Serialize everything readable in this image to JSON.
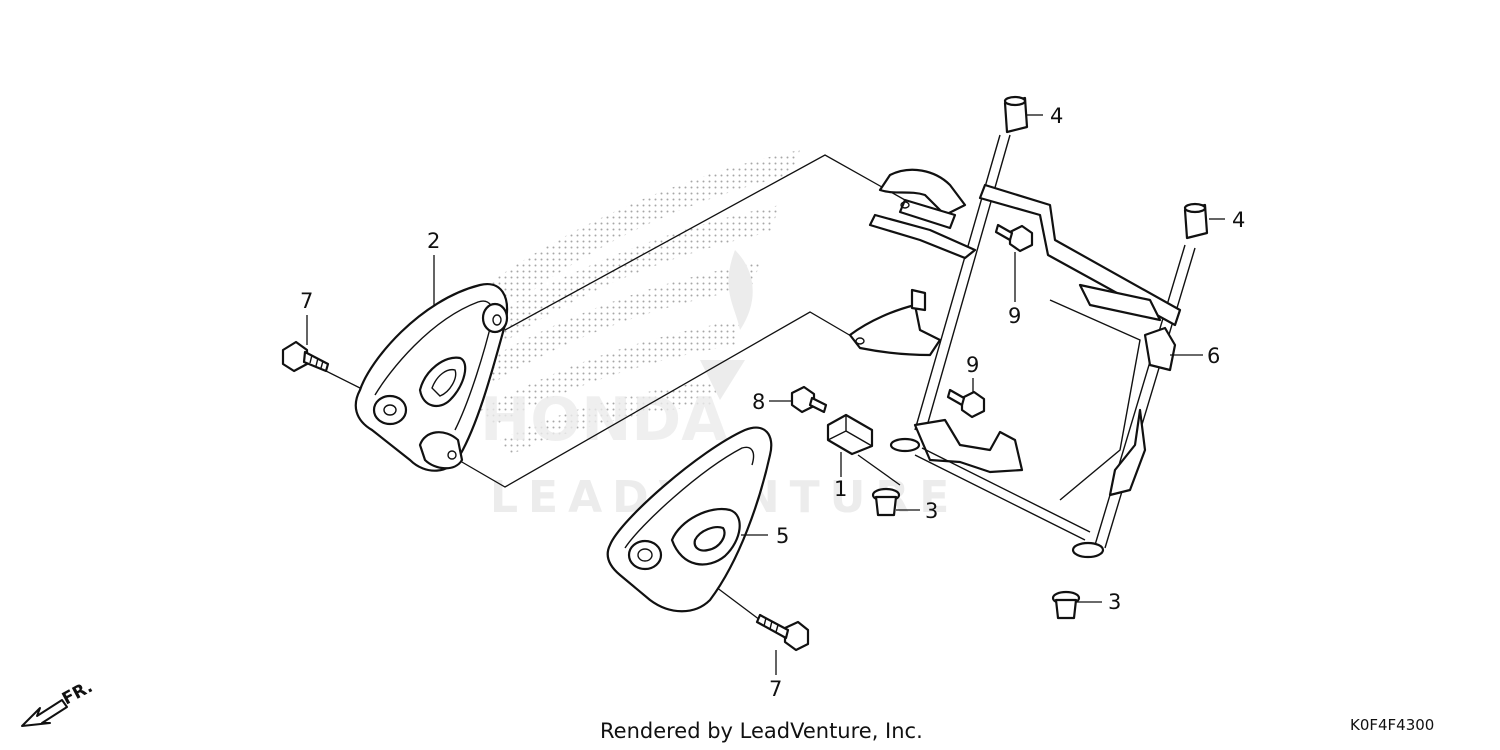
{
  "callouts": {
    "c1": "1",
    "c2": "2",
    "c3a": "3",
    "c3b": "3",
    "c4a": "4",
    "c4b": "4",
    "c5": "5",
    "c6": "6",
    "c7a": "7",
    "c7b": "7",
    "c8": "8",
    "c9a": "9",
    "c9b": "9"
  },
  "footer": {
    "credit": "Rendered by LeadVenture, Inc.",
    "diagram_code": "K0F4F4300"
  },
  "front_indicator": "FR.",
  "watermark": {
    "brand": "HONDA",
    "wordmark": "LEADVENTURE"
  }
}
